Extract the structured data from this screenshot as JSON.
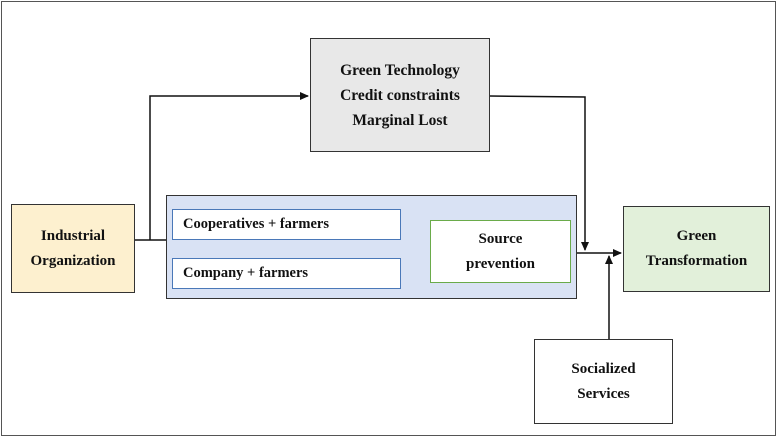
{
  "nodes": {
    "industrial": {
      "line1": "Industrial",
      "line2": "Organization"
    },
    "technology": {
      "line1": "Green Technology",
      "line2": "Credit constraints",
      "line3": "Marginal Lost"
    },
    "cooperatives": {
      "label": "Cooperatives + farmers"
    },
    "company": {
      "label": "Company + farmers"
    },
    "source": {
      "line1": "Source",
      "line2": "prevention"
    },
    "green": {
      "line1": "Green",
      "line2": "Transformation"
    },
    "socialized": {
      "line1": "Socialized",
      "line2": "Services"
    }
  },
  "colors": {
    "industrial_fill": "#fdf0cf",
    "technology_fill": "#e8e8e8",
    "panel_fill": "#d9e2f4",
    "green_fill": "#e2f0da",
    "blue_border": "#4a78b8",
    "green_border": "#6aab4a"
  }
}
